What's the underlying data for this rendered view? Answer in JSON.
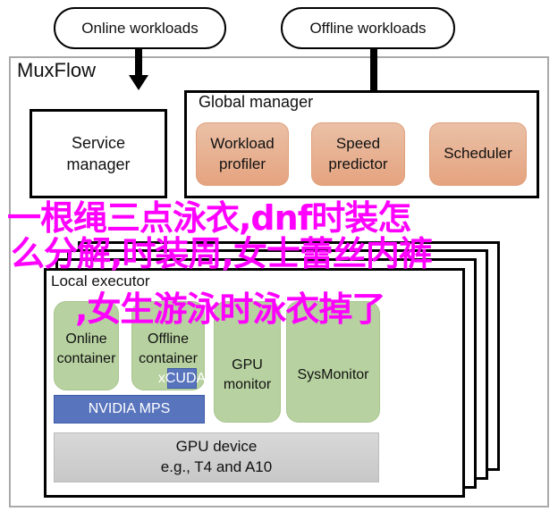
{
  "inputs": {
    "online": "Online workloads",
    "offline": "Offline workloads"
  },
  "muxflow": {
    "title": "MuxFlow"
  },
  "service_manager": "Service manager",
  "global_manager": {
    "title": "Global manager",
    "components": [
      "Workload profiler",
      "Speed predictor",
      "Scheduler"
    ]
  },
  "local_executor": {
    "title": "Local executor",
    "online_container": "Online container",
    "offline_container": "Offline container",
    "xcuda": "xCUDA",
    "nvidia_mps": "NVIDIA MPS",
    "gpu_monitor": "GPU monitor",
    "sysmonitor": "SysMonitor",
    "gpu_device": {
      "line1": "GPU device",
      "line2": "e.g., T4 and A10"
    }
  },
  "overlay": {
    "line1": "一根绳三点泳衣,dnf时装怎",
    "line2": "么分解,时装周,女士蕾丝内裤",
    "line3": ",女生游泳时泳衣掉了"
  },
  "colors": {
    "overlay": "#ff00ff",
    "orange": "#e5a37f",
    "green": "#b7d2a0",
    "blue": "#5874bd",
    "gray": "#d0d0d0"
  }
}
